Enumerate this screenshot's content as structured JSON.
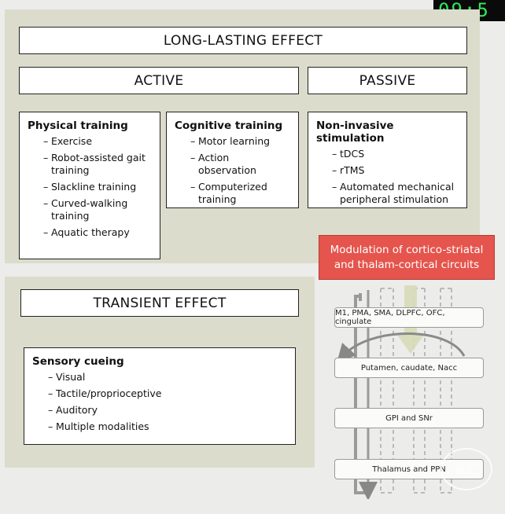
{
  "clock": {
    "text": "09:5"
  },
  "long_lasting": {
    "title": "LONG-LASTING EFFECT",
    "active": {
      "title": "ACTIVE",
      "physical": {
        "title": "Physical training",
        "items": [
          "Exercise",
          "Robot-assisted gait training",
          "Slackline training",
          "Curved-walking training",
          "Aquatic therapy"
        ]
      },
      "cognitive": {
        "title": "Cognitive training",
        "items": [
          "Motor learning",
          "Action observation",
          "Computerized training"
        ]
      }
    },
    "passive": {
      "title": "PASSIVE",
      "stimulation": {
        "title": "Non-invasive stimulation",
        "items": [
          "tDCS",
          "rTMS",
          "Automated mechanical peripheral stimulation"
        ]
      }
    }
  },
  "transient": {
    "title": "TRANSIENT EFFECT",
    "sensory": {
      "title": "Sensory cueing",
      "items": [
        "Visual",
        "Tactile/proprioceptive",
        "Auditory",
        "Multiple modalities"
      ]
    }
  },
  "modulation": {
    "line1": "Modulation of cortico-striatal",
    "line2": "and thalam-cortical circuits"
  },
  "circuit": {
    "nodes": [
      "M1, PMA, SMA, DLPFC, OFC, cingulate",
      "Putamen, caudate, Nacc",
      "GPI and SNr",
      "Thalamus and PPN"
    ]
  },
  "watermark": {
    "text": "医汇"
  },
  "colors": {
    "panel": "#dcdccc",
    "red_box": "#e5554d",
    "clock_text": "#2ee65a"
  }
}
